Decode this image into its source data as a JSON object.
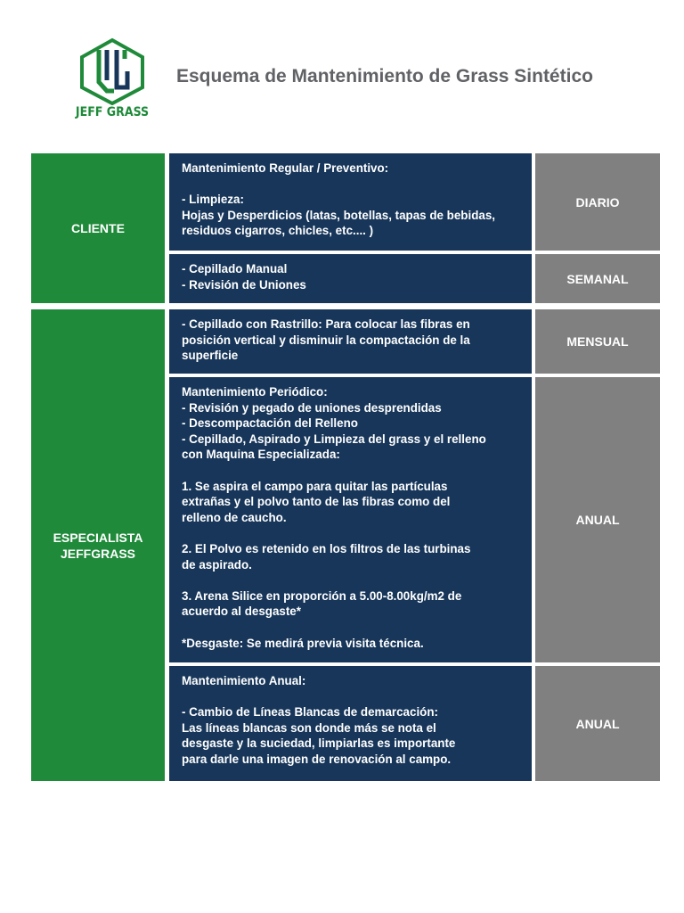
{
  "header": {
    "brand": "JEFF GRASS",
    "title": "Esquema de Mantenimiento de Grass Sintético"
  },
  "colors": {
    "green": "#1f8a3a",
    "navy": "#17365a",
    "gray": "#808080",
    "title_gray": "#606266"
  },
  "groups": [
    {
      "label_lines": [
        "CLIENTE"
      ]
    },
    {
      "label_lines": [
        "ESPECIALISTA",
        "JEFFGRASS"
      ]
    }
  ],
  "rows": [
    {
      "lines": [
        "Mantenimiento Regular / Preventivo:",
        "",
        "- Limpieza:",
        "Hojas y Desperdicios (latas, botellas, tapas de bebidas,",
        "residuos cigarros, chicles, etc.... )"
      ],
      "frequency": "DIARIO"
    },
    {
      "lines": [
        "- Cepillado Manual",
        "- Revisión de Uniones"
      ],
      "frequency": "SEMANAL"
    },
    {
      "lines": [
        "- Cepillado con Rastrillo: Para colocar las fibras en",
        "posición vertical y disminuir la compactación de la",
        "superficie"
      ],
      "frequency": "MENSUAL"
    },
    {
      "lines": [
        "Mantenimiento Periódico:",
        "- Revisión y pegado de uniones desprendidas",
        "- Descompactación del Relleno",
        "- Cepillado, Aspirado y Limpieza del grass y el relleno",
        "con Maquina Especializada:",
        "",
        "1. Se aspira el campo para quitar las partículas",
        "extrañas y el polvo tanto de las fibras como del",
        "relleno de caucho.",
        "",
        "2. El Polvo es retenido en los filtros de las turbinas",
        "de aspirado.",
        "",
        "3. Arena Silice en proporción a 5.00-8.00kg/m2 de",
        "acuerdo al desgaste*",
        "",
        "*Desgaste: Se medirá previa visita técnica."
      ],
      "frequency": "ANUAL"
    },
    {
      "lines": [
        "Mantenimiento Anual:",
        "",
        "- Cambio de Líneas Blancas de demarcación:",
        "Las líneas blancas son donde más se nota el",
        "desgaste y la suciedad, limpiarlas es importante",
        "para darle una imagen de renovación al campo."
      ],
      "frequency": "ANUAL"
    }
  ]
}
